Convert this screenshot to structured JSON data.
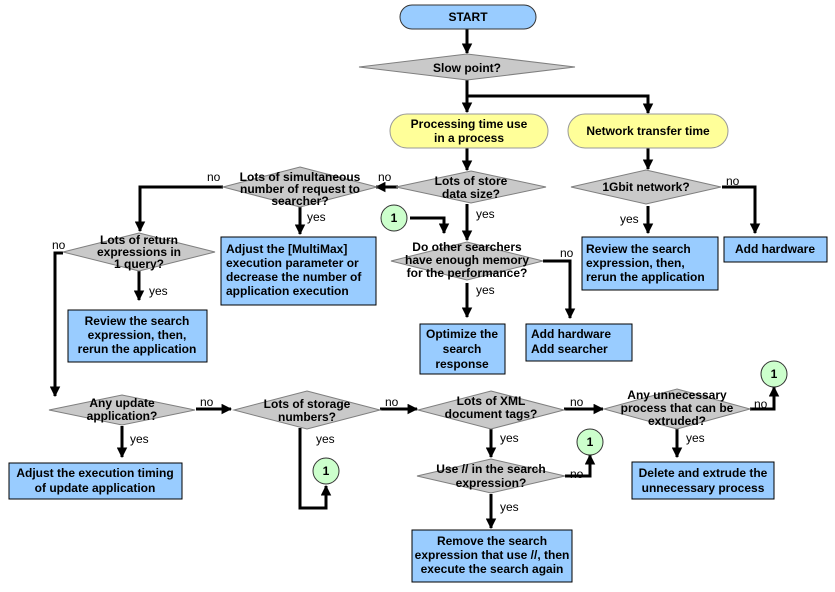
{
  "diagram": {
    "start": "START",
    "slow_point": "Slow point?",
    "processing_time": [
      "Processing time use",
      "in a process"
    ],
    "network_time": "Network transfer time",
    "lots_store": [
      "Lots of store",
      "data size?"
    ],
    "lots_simultaneous": [
      "Lots of simultaneous",
      "number of request to",
      "searcher?"
    ],
    "lots_return": [
      "Lots of return",
      "expressions in",
      "1 query?"
    ],
    "adjust_multimax": [
      "Adjust the [MultiMax]",
      "execution parameter or",
      "decrease the number of",
      "application execution"
    ],
    "review_left": [
      "Review the search",
      "expression, then,",
      "rerun the application"
    ],
    "memory_enough": [
      "Do other searchers",
      "have enough memory",
      "for the performance?"
    ],
    "optimize": [
      "Optimize the",
      "search",
      "response"
    ],
    "add_hw_searcher": [
      "Add hardware",
      "Add searcher"
    ],
    "gbit_network": "1Gbit network?",
    "review_right": [
      "Review the search",
      "expression, then,",
      "rerun the application"
    ],
    "add_hardware": "Add hardware",
    "update_app": [
      "Any update",
      "application?"
    ],
    "adjust_timing": [
      "Adjust the execution timing",
      "of update application"
    ],
    "storage_numbers": [
      "Lots of storage",
      "numbers?"
    ],
    "xml_tags": [
      "Lots of XML",
      "document tags?"
    ],
    "unnecessary": [
      "Any unnecessary",
      "process that can be",
      "extruded?"
    ],
    "delete_extrude": [
      "Delete and extrude the",
      "unnecessary process"
    ],
    "use_slash": [
      "Use // in the search",
      "expression?"
    ],
    "remove_slash": [
      "Remove the search",
      "expression that use //, then",
      "execute the search again"
    ],
    "connector": "1",
    "yes": "yes",
    "no": "no"
  }
}
